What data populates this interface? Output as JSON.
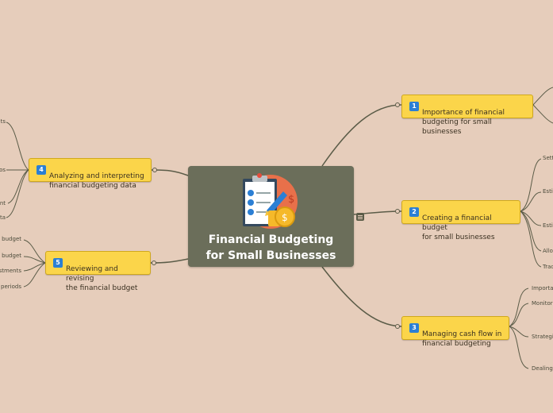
{
  "central": {
    "title": "Financial Budgeting\nfor Small Businesses",
    "icon": "clipboard-checklist-coins-icon"
  },
  "topics": [
    {
      "number": "1",
      "label": "Importance of financial\nbudgeting for small businesses"
    },
    {
      "number": "2",
      "label": "Creating a financial budget\nfor small businesses"
    },
    {
      "number": "3",
      "label": "Managing cash flow in\nfinancial budgeting"
    },
    {
      "number": "4",
      "label": "Analyzing and interpreting\nfinancial budgeting data"
    },
    {
      "number": "5",
      "label": "Reviewing and revising\nthe financial budget"
    }
  ],
  "subtopics": {
    "creating": [
      "Setti",
      "Esti",
      "Esti",
      "Allo",
      "Trac"
    ],
    "cash_flow": [
      "Importa",
      "Monitor",
      "Strategi",
      "Dealing"
    ],
    "analyzing": [
      "ts",
      "os",
      "nt",
      "ta"
    ],
    "reviewing": [
      "e budget",
      "e budget",
      "stments",
      "e periods"
    ]
  },
  "colors": {
    "background": "#e6cdbb",
    "central": "#6b6e5a",
    "topic": "#fbd54a",
    "badge": "#2b7fd4",
    "line": "#5b5c48"
  }
}
